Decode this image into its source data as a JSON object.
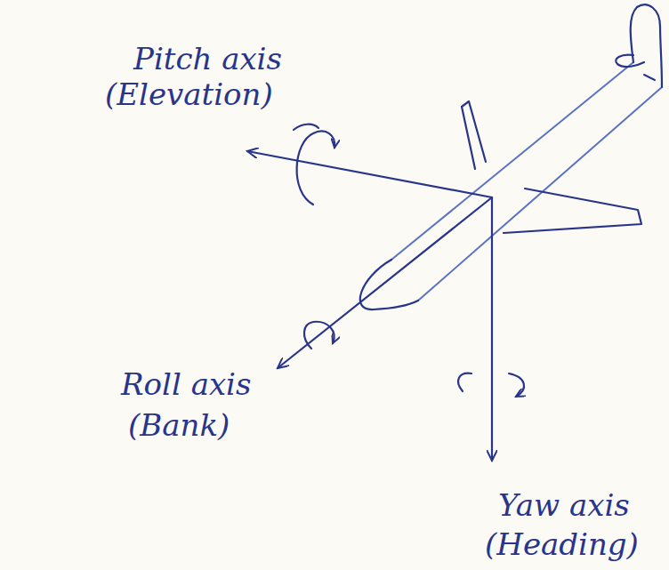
{
  "diagram": {
    "labels": [
      "Pitch axis",
      "(Elevation)",
      "Roll axis",
      "(Bank)",
      "Yaw axis",
      "(Heading)"
    ]
  }
}
